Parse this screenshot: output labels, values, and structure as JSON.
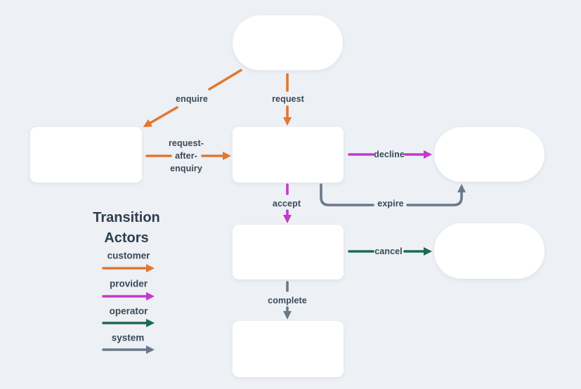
{
  "page": {
    "background_color": "#edf0f5",
    "node_fill_color": "#ffffff",
    "label_text_color": "#3a4a57"
  },
  "legend": {
    "title_line1": "Transition",
    "title_line2": "Actors",
    "items": [
      {
        "label": "customer",
        "color": "#e2772f"
      },
      {
        "label": "provider",
        "color": "#c438cd"
      },
      {
        "label": "operator",
        "color": "#1d6a50"
      },
      {
        "label": "system",
        "color": "#6a7989"
      }
    ]
  },
  "diagram": {
    "nodes": [
      {
        "id": "initial",
        "shape": "stadium",
        "label": ""
      },
      {
        "id": "enquiry",
        "shape": "rectangle",
        "label": ""
      },
      {
        "id": "pending",
        "shape": "rectangle",
        "label": ""
      },
      {
        "id": "declined",
        "shape": "stadium",
        "label": ""
      },
      {
        "id": "accepted",
        "shape": "rectangle",
        "label": ""
      },
      {
        "id": "cancelled",
        "shape": "stadium",
        "label": ""
      },
      {
        "id": "completed",
        "shape": "rectangle",
        "label": ""
      }
    ],
    "transitions": [
      {
        "label": "enquire",
        "actor": "customer",
        "color": "#e2772f"
      },
      {
        "label": "request",
        "actor": "customer",
        "color": "#e2772f"
      },
      {
        "label": "request-after-enquiry",
        "lines": [
          "request-",
          "after-",
          "enquiry"
        ],
        "actor": "customer",
        "color": "#e2772f"
      },
      {
        "label": "decline",
        "actor": "provider",
        "color": "#c438cd"
      },
      {
        "label": "accept",
        "actor": "provider",
        "color": "#c438cd"
      },
      {
        "label": "expire",
        "actor": "system",
        "color": "#6a7989"
      },
      {
        "label": "cancel",
        "actor": "operator",
        "color": "#1d6a50"
      },
      {
        "label": "complete",
        "actor": "system",
        "color": "#6a7989"
      }
    ]
  }
}
